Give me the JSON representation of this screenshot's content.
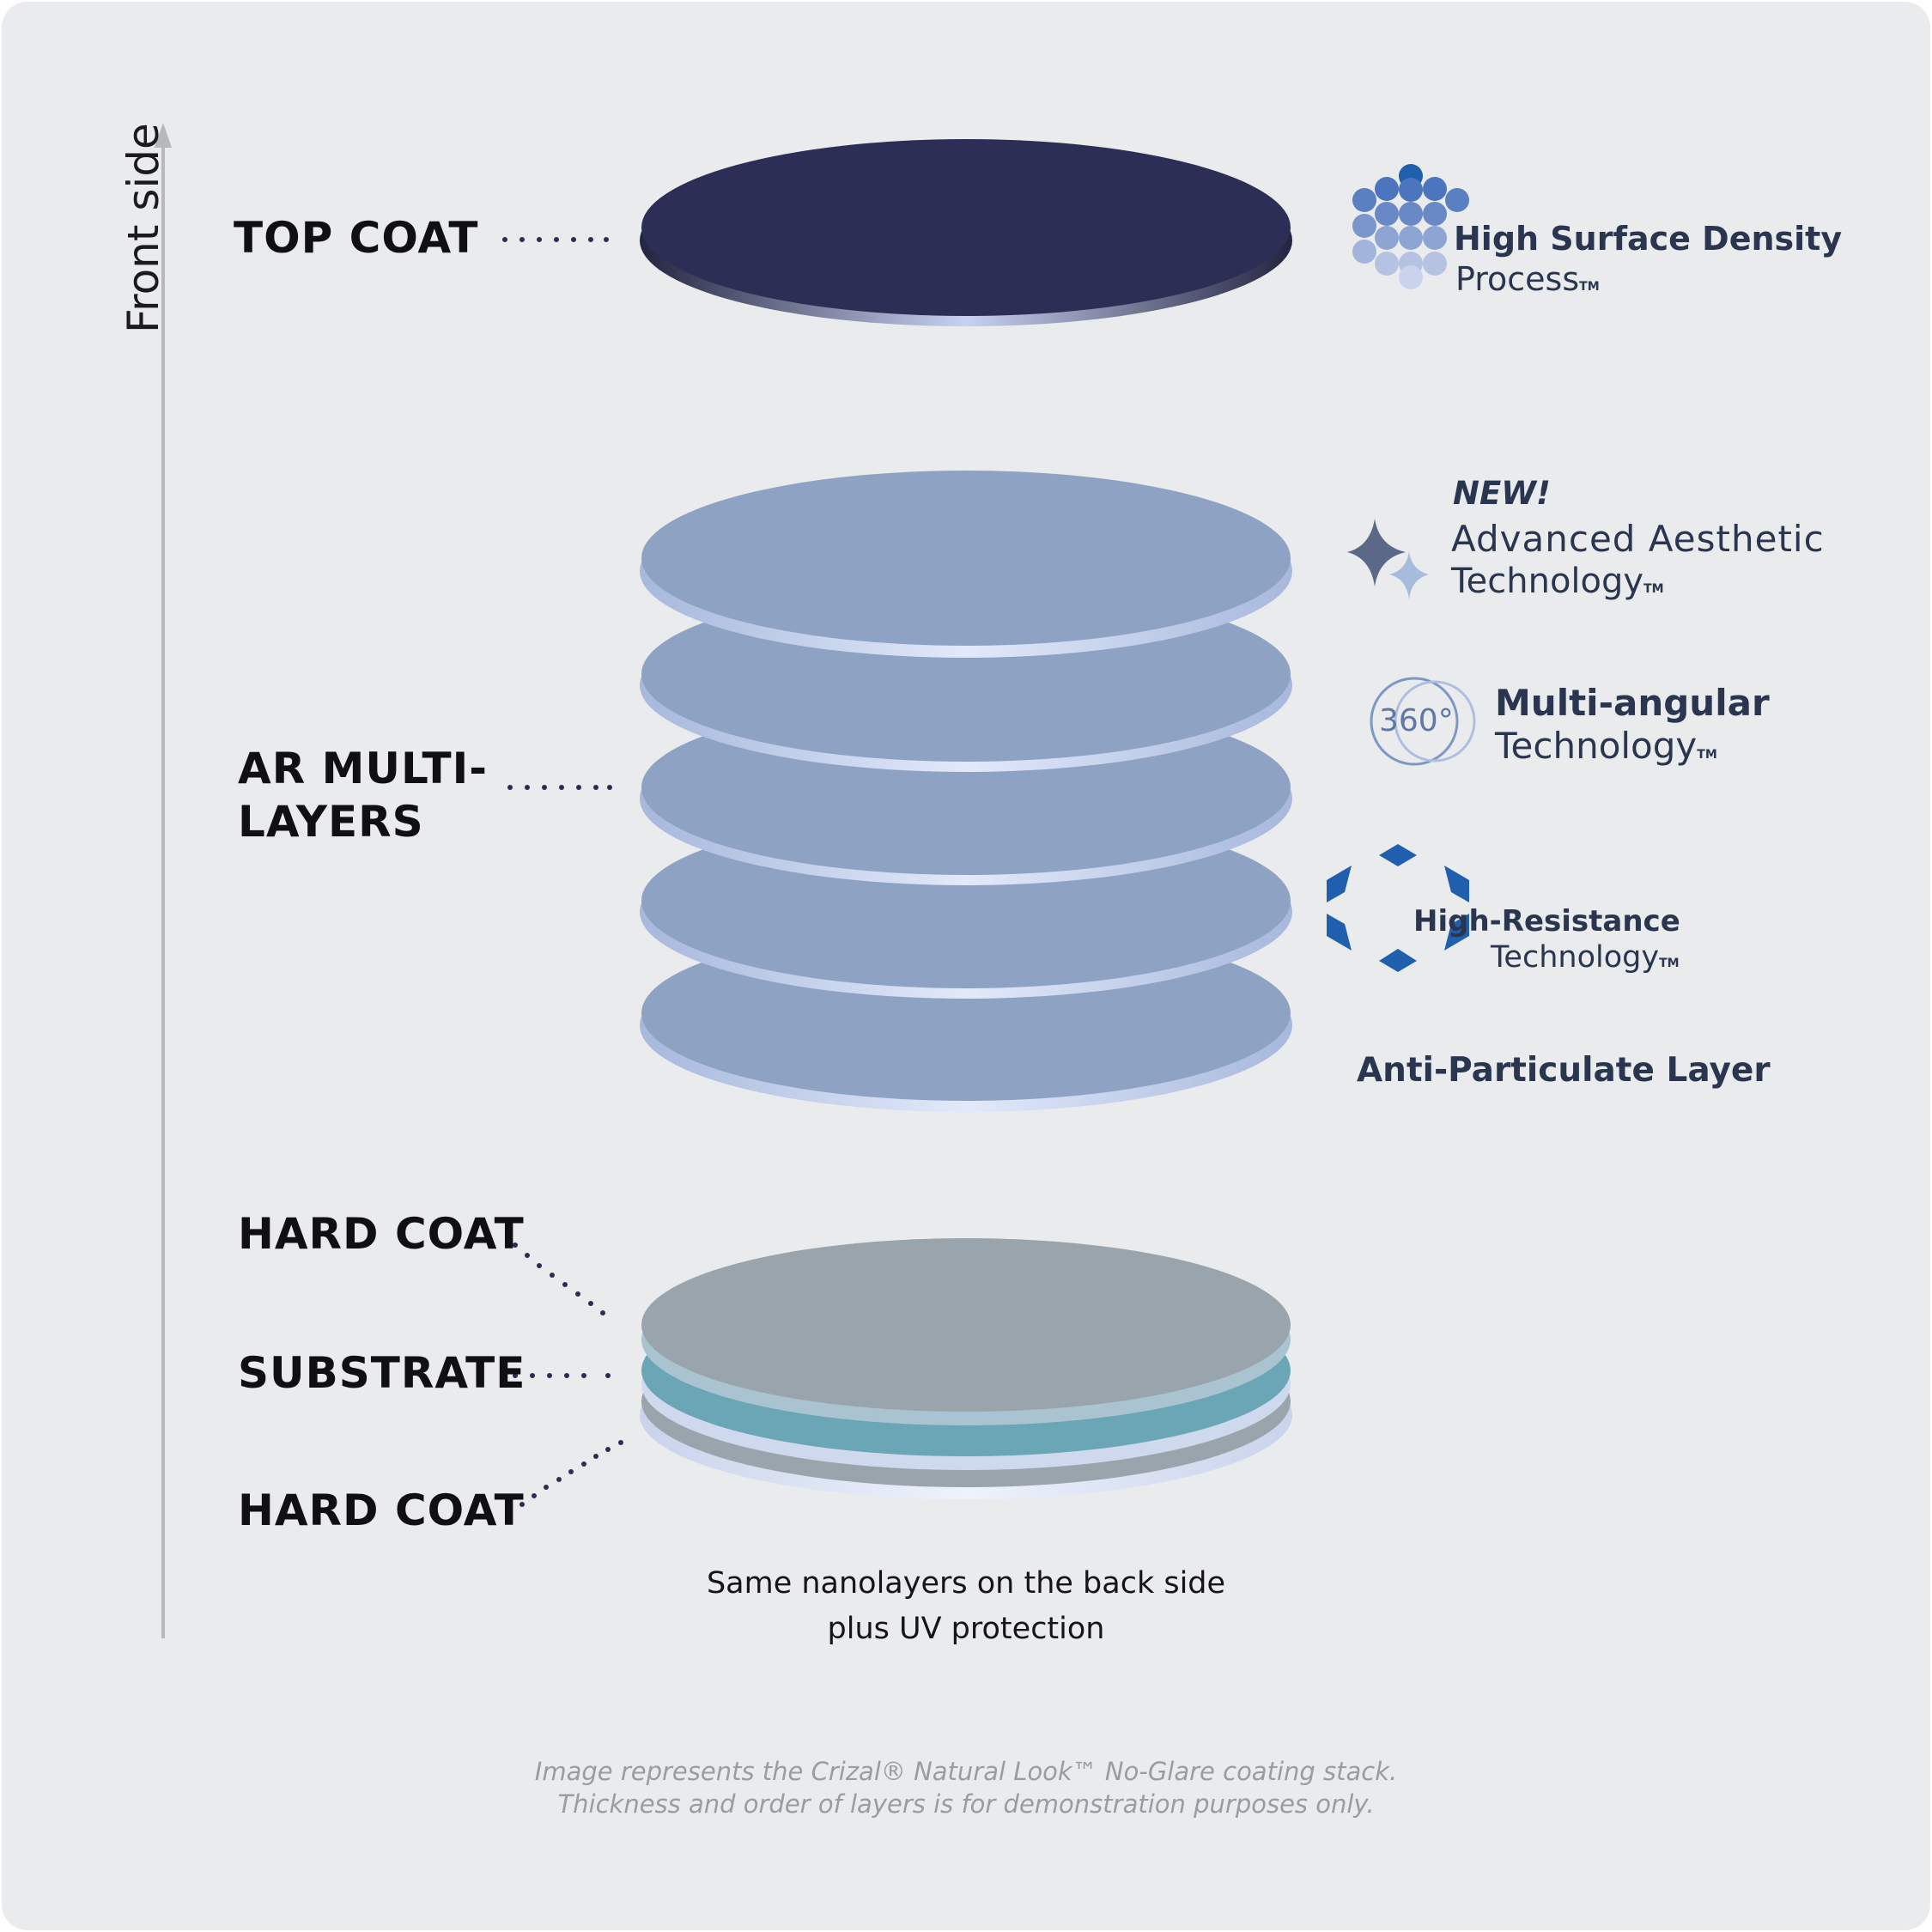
{
  "axis": {
    "label": "Front side"
  },
  "layers": {
    "top_coat": "TOP COAT",
    "ar_multi_line1": "AR MULTI-",
    "ar_multi_line2": "LAYERS",
    "hard_coat_top": "HARD COAT",
    "substrate": "SUBSTRATE",
    "hard_coat_bottom": "HARD COAT"
  },
  "technologies": {
    "high_surface": {
      "title": "High Surface Density",
      "subtitle": "Process",
      "tm": "TM"
    },
    "advanced": {
      "badge": "NEW!",
      "title": "Advanced Aesthetic",
      "subtitle": "Technology",
      "tm": "TM"
    },
    "multi_angular": {
      "icon_text": "360°",
      "title": "Multi-angular",
      "subtitle": "Technology",
      "tm": "TM"
    },
    "high_resistance": {
      "title": "High-Resistance",
      "subtitle": "Technology",
      "tm": "TM"
    },
    "anti_particulate": {
      "title": "Anti-Particulate Layer"
    }
  },
  "notes": {
    "back_side_line1": "Same nanolayers on the back side",
    "back_side_line2": "plus UV protection",
    "footnote_line1": "Image represents the Crizal® Natural Look™ No-Glare coating stack.",
    "footnote_line2": "Thickness and order of layers is for demonstration purposes only."
  },
  "colors": {
    "background": "#eaebed",
    "top_coat": "#2d2e56",
    "ar_layer": "#8ea2c3",
    "ar_rim": "#bccbe8",
    "hard_coat": "#9aa4ad",
    "substrate": "#6aa6b5",
    "icon_blue": "#1f5fad",
    "text_dark": "#2a3650"
  }
}
